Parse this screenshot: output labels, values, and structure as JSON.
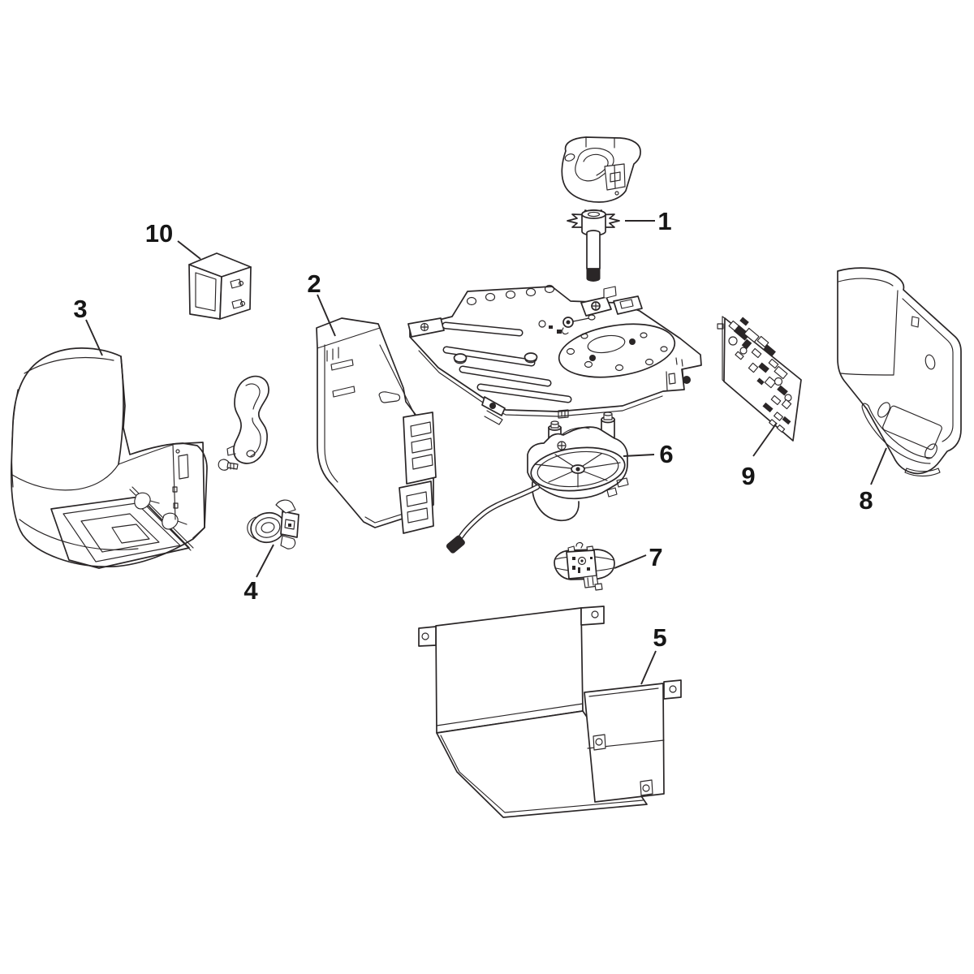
{
  "diagram": {
    "type": "exploded-parts-diagram",
    "background_color": "#ffffff",
    "line_color": "#2a2627",
    "label_color": "#161616",
    "callouts": [
      {
        "label": "1",
        "name": "sprocket-shaft-assembly"
      },
      {
        "label": "2",
        "name": "side-panel-bracket"
      },
      {
        "label": "3",
        "name": "left-end-cover"
      },
      {
        "label": "4",
        "name": "lamp-socket"
      },
      {
        "label": "5",
        "name": "bottom-cover"
      },
      {
        "label": "6",
        "name": "motor-assembly"
      },
      {
        "label": "7",
        "name": "sensor-unit"
      },
      {
        "label": "8",
        "name": "right-end-cover"
      },
      {
        "label": "9",
        "name": "logic-board"
      },
      {
        "label": "10",
        "name": "transformer"
      }
    ]
  }
}
